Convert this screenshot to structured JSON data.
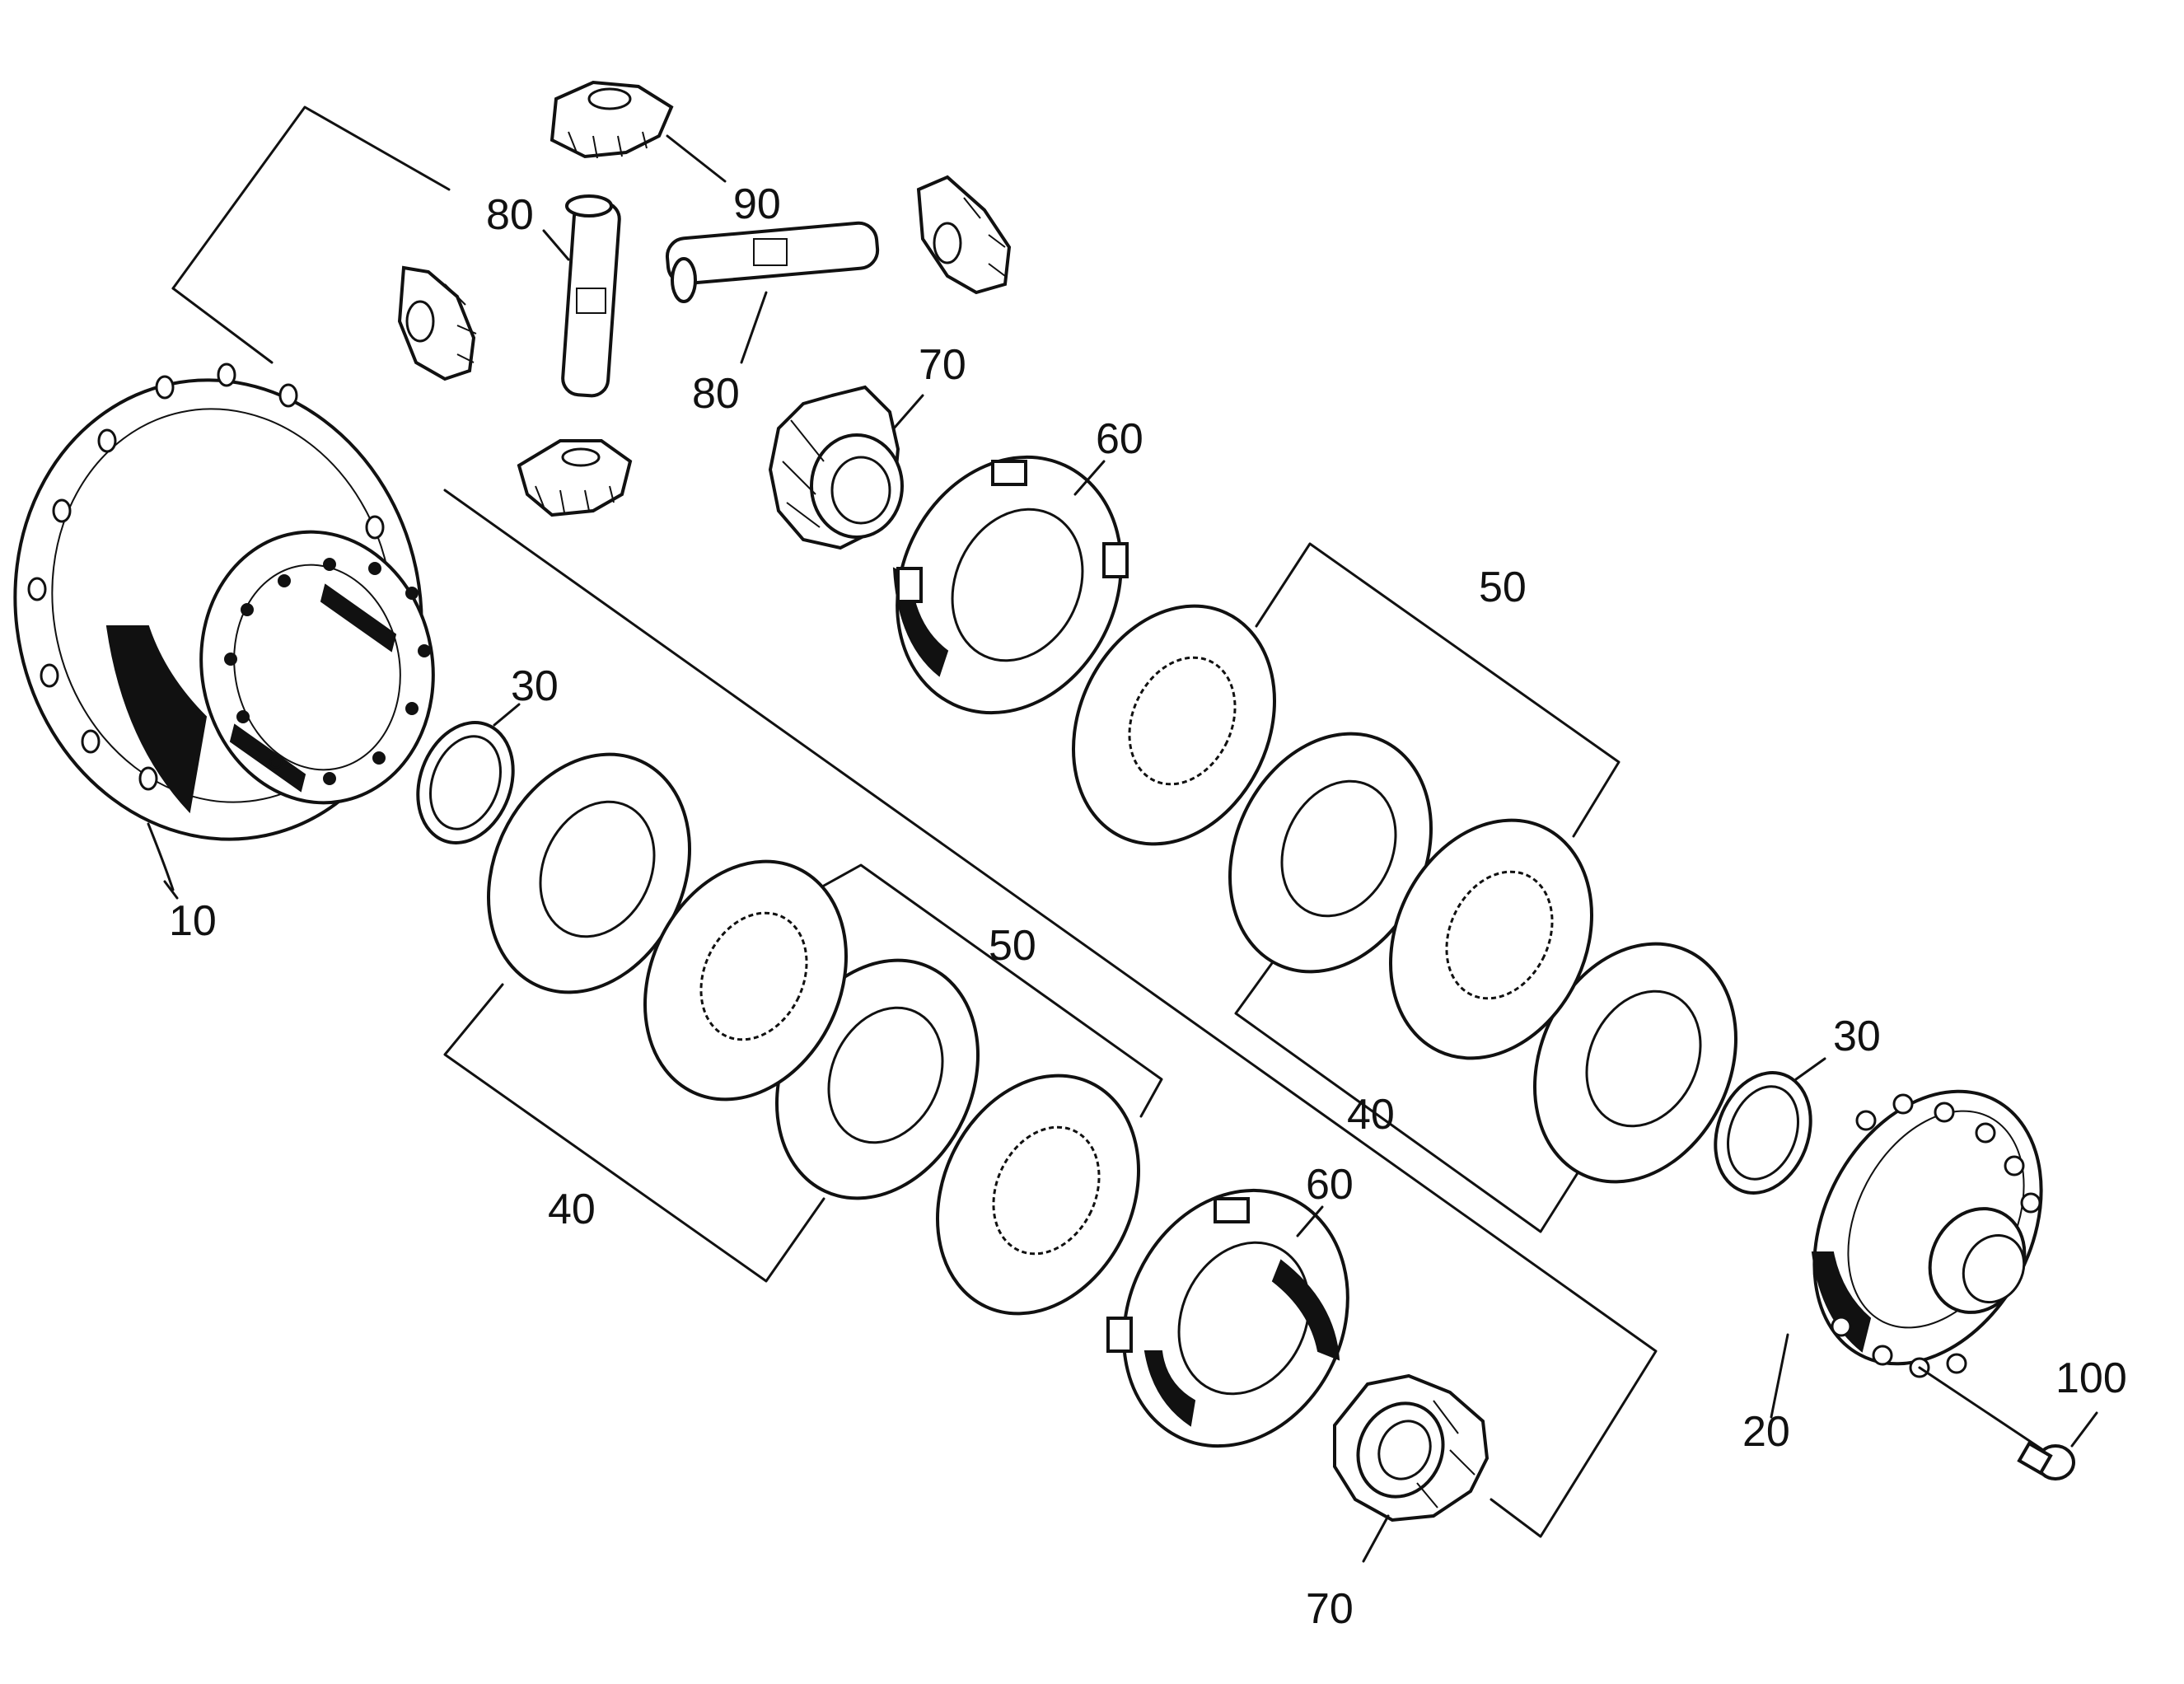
{
  "callouts": {
    "c10": "10",
    "c20": "20",
    "c30a": "30",
    "c30b": "30",
    "c40a": "40",
    "c40b": "40",
    "c50a": "50",
    "c50b": "50",
    "c60a": "60",
    "c60b": "60",
    "c70a": "70",
    "c70b": "70",
    "c80a": "80",
    "c80b": "80",
    "c90": "90",
    "c100": "100"
  }
}
